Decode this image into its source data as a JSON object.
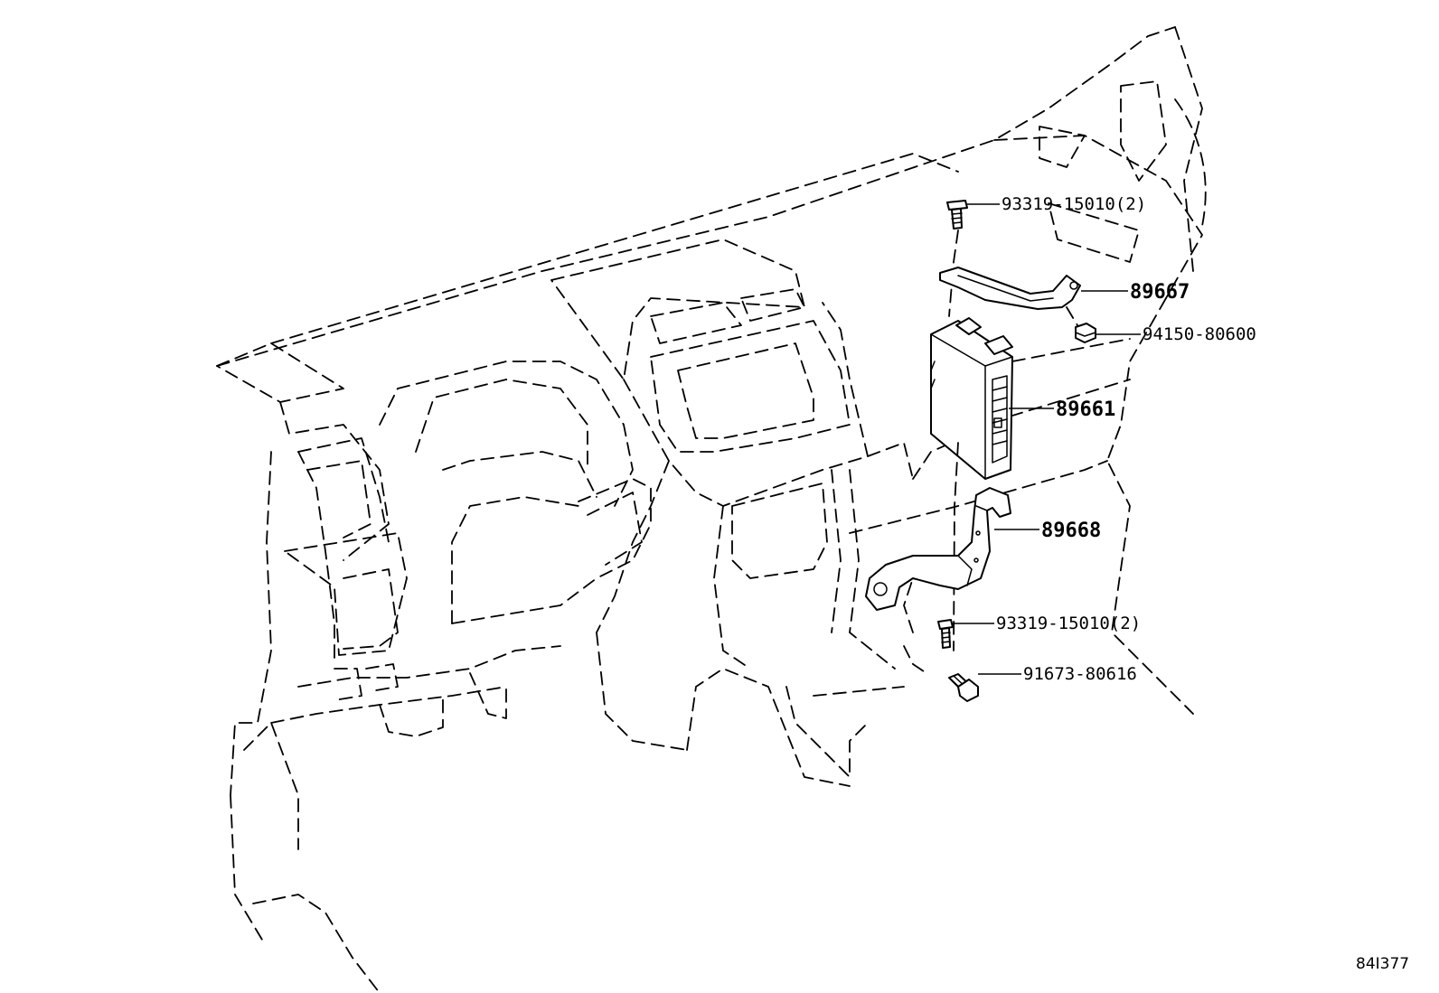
{
  "diagram": {
    "callouts": [
      {
        "id": "screw-upper",
        "text": "93319-15010(2)"
      },
      {
        "id": "bracket-upper",
        "text": "89667"
      },
      {
        "id": "nut",
        "text": "94150-80600"
      },
      {
        "id": "control-module",
        "text": "89661"
      },
      {
        "id": "bracket-lower",
        "text": "89668"
      },
      {
        "id": "screw-lower",
        "text": "93319-15010(2)"
      },
      {
        "id": "bolt",
        "text": "91673-80616"
      }
    ],
    "illustration_code": "84I377"
  }
}
